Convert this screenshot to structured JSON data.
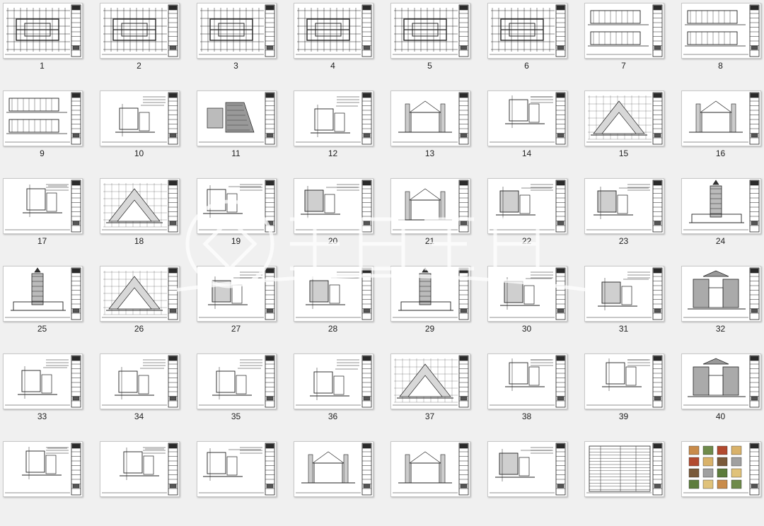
{
  "files": [
    {
      "label": "1",
      "kind": "plan"
    },
    {
      "label": "2",
      "kind": "plan"
    },
    {
      "label": "3",
      "kind": "plan"
    },
    {
      "label": "4",
      "kind": "plan"
    },
    {
      "label": "5",
      "kind": "plan"
    },
    {
      "label": "6",
      "kind": "plan"
    },
    {
      "label": "7",
      "kind": "elevation-sheet"
    },
    {
      "label": "8",
      "kind": "elevation"
    },
    {
      "label": "9",
      "kind": "elevation"
    },
    {
      "label": "10",
      "kind": "detail"
    },
    {
      "label": "11",
      "kind": "hatch"
    },
    {
      "label": "12",
      "kind": "detail"
    },
    {
      "label": "13",
      "kind": "section"
    },
    {
      "label": "14",
      "kind": "detail"
    },
    {
      "label": "15",
      "kind": "roof"
    },
    {
      "label": "16",
      "kind": "section"
    },
    {
      "label": "17",
      "kind": "detail"
    },
    {
      "label": "18",
      "kind": "roof"
    },
    {
      "label": "19",
      "kind": "detail"
    },
    {
      "label": "20",
      "kind": "detail"
    },
    {
      "label": "21",
      "kind": "section"
    },
    {
      "label": "22",
      "kind": "detail"
    },
    {
      "label": "23",
      "kind": "detail"
    },
    {
      "label": "24",
      "kind": "tower"
    },
    {
      "label": "25",
      "kind": "tower"
    },
    {
      "label": "26",
      "kind": "roof"
    },
    {
      "label": "27",
      "kind": "detail"
    },
    {
      "label": "28",
      "kind": "detail"
    },
    {
      "label": "29",
      "kind": "spire"
    },
    {
      "label": "30",
      "kind": "detail"
    },
    {
      "label": "31",
      "kind": "detail"
    },
    {
      "label": "32",
      "kind": "gate"
    },
    {
      "label": "33",
      "kind": "detail"
    },
    {
      "label": "34",
      "kind": "detail"
    },
    {
      "label": "35",
      "kind": "detail"
    },
    {
      "label": "36",
      "kind": "detail"
    },
    {
      "label": "37",
      "kind": "roof"
    },
    {
      "label": "38",
      "kind": "detail"
    },
    {
      "label": "39",
      "kind": "detail"
    },
    {
      "label": "40",
      "kind": "gate"
    },
    {
      "label": "",
      "kind": "detail"
    },
    {
      "label": "",
      "kind": "detail"
    },
    {
      "label": "",
      "kind": "detail"
    },
    {
      "label": "",
      "kind": "section"
    },
    {
      "label": "",
      "kind": "section"
    },
    {
      "label": "",
      "kind": "detail"
    },
    {
      "label": "",
      "kind": "table-sheet"
    },
    {
      "label": "",
      "kind": "color-sheet"
    }
  ],
  "grid": {
    "columns": 8
  },
  "colors": {
    "background": "#f0f0f0",
    "line": "#222222",
    "title_block": "#2a2a2a"
  }
}
